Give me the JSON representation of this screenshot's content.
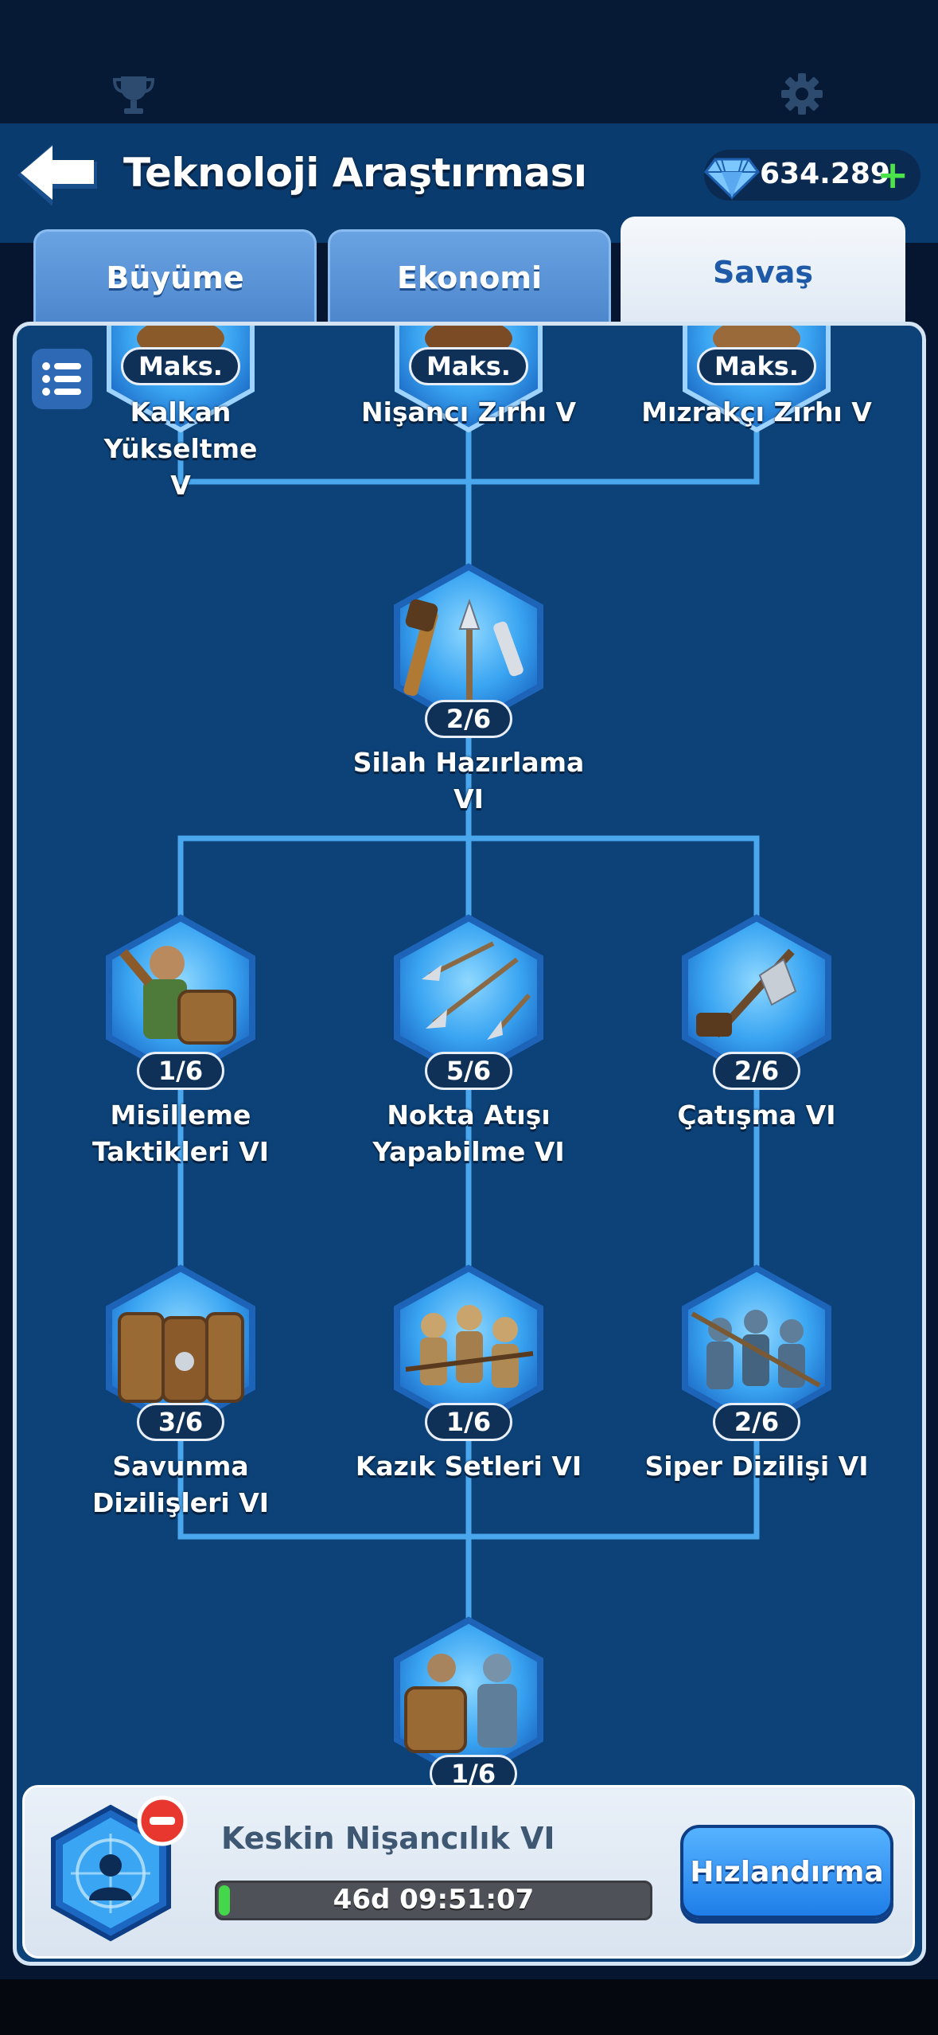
{
  "header": {
    "title": "Teknoloji Araştırması",
    "gems": "634.289",
    "gems_plus": "+"
  },
  "tabs": [
    {
      "label": "Büyüme",
      "active": false
    },
    {
      "label": "Ekonomi",
      "active": false
    },
    {
      "label": "Savaş",
      "active": true
    }
  ],
  "nodes": {
    "kalkan": {
      "label_line1": "Kalkan Yükseltme",
      "label_line2": "V",
      "progress": "Maks."
    },
    "nisanci_zirhi": {
      "label_line1": "Nişancı Zırhı V",
      "progress": "Maks."
    },
    "mizrakci_zirhi": {
      "label_line1": "Mızrakçı Zırhı V",
      "progress": "Maks."
    },
    "silah": {
      "label_line1": "Silah Hazırlama VI",
      "progress": "2/6"
    },
    "misilleme": {
      "label_line1": "Misilleme",
      "label_line2": "Taktikleri VI",
      "progress": "1/6"
    },
    "nokta": {
      "label_line1": "Nokta Atışı",
      "label_line2": "Yapabilme VI",
      "progress": "5/6"
    },
    "catisma": {
      "label_line1": "Çatışma VI",
      "progress": "2/6"
    },
    "savunma": {
      "label_line1": "Savunma",
      "label_line2": "Dizilişleri VI",
      "progress": "3/6"
    },
    "kazik": {
      "label_line1": "Kazık Setleri VI",
      "progress": "1/6"
    },
    "siper": {
      "label_line1": "Siper Dizilişi VI",
      "progress": "2/6"
    },
    "last": {
      "progress": "1/6"
    }
  },
  "current_research": {
    "name": "Keskin Nişancılık VI",
    "time_left": "46d 09:51:07",
    "progress_fraction": 0.02,
    "speed_label": "Hızlandırma"
  },
  "colors": {
    "connector": "#4aa7ee",
    "hex_fill": "#3aa5f2",
    "panel": "#0c4277",
    "progress_green": "#44d74a"
  }
}
